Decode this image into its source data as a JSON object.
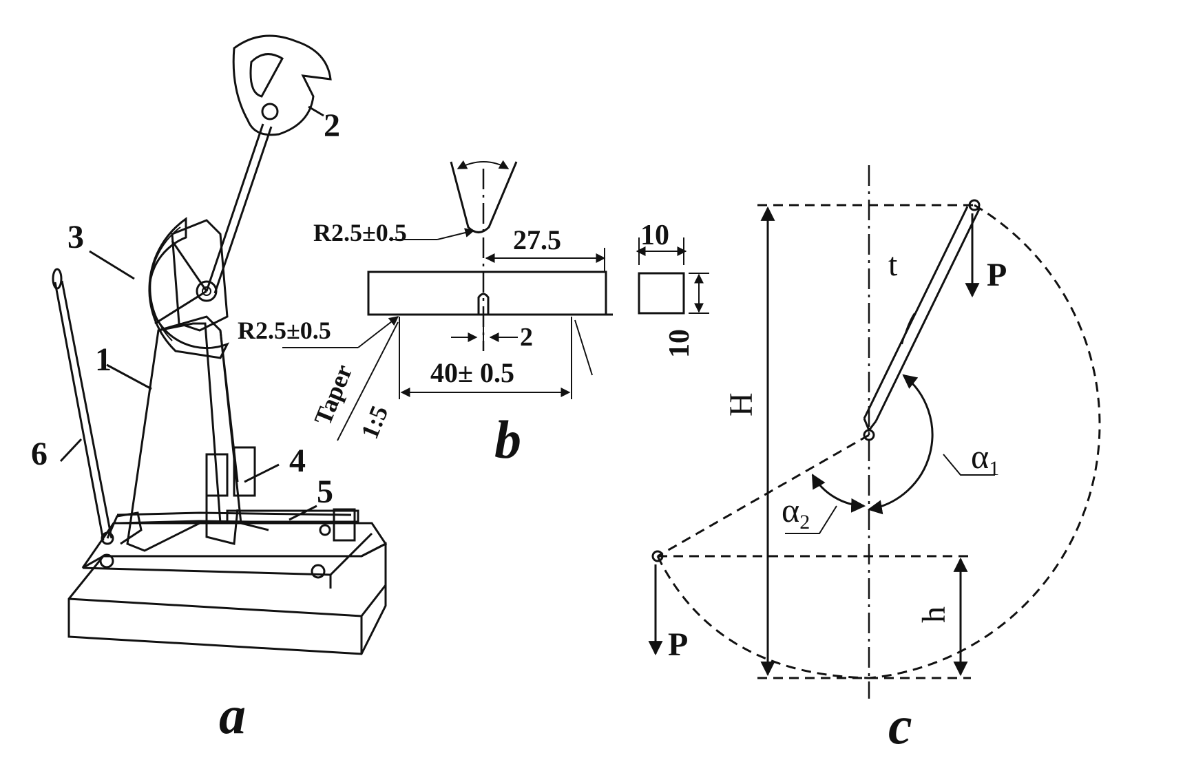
{
  "panel_a": {
    "caption": "a",
    "callouts": [
      "1",
      "2",
      "3",
      "4",
      "5",
      "6"
    ]
  },
  "panel_b": {
    "caption": "b",
    "striker_radius": "R2.5±0.5",
    "notch_radius": "R2.5±0.5",
    "dim_half_length": "27.5",
    "dim_notch_depth": "2",
    "dim_span": "40± 0.5",
    "taper_word": "Taper",
    "taper_ratio": "1:5",
    "section_width": "10",
    "section_height": "10"
  },
  "panel_c": {
    "caption": "c",
    "label_H": "H",
    "label_h": "h",
    "label_t": "t",
    "label_P_top": "P",
    "label_P_bottom": "P",
    "label_alpha1": "α",
    "label_alpha1_sub": "1",
    "label_alpha2": "α",
    "label_alpha2_sub": "2"
  }
}
